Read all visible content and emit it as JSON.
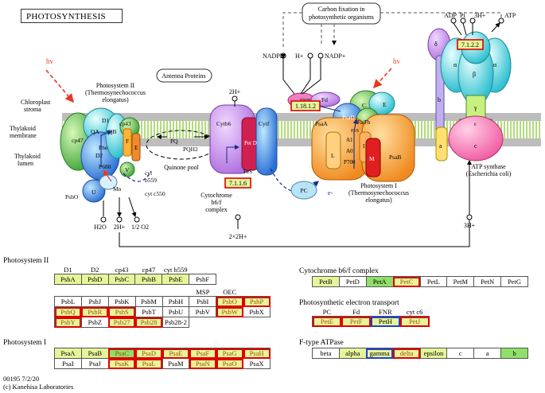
{
  "title": "PHOTOSYNTHESIS",
  "labels": {
    "carbon_fixation": [
      "Carbon fixation in",
      "photosynthetic organisms"
    ],
    "antenna": "Antenna Proteins",
    "psII": [
      "Photosystem II",
      "(Thermosynechococcus",
      "elongatus)"
    ],
    "chloroplast_stroma": [
      "Chloroplast",
      "stroma"
    ],
    "thylakoid_membrane": [
      "Thylakoid",
      "membrane"
    ],
    "thylakoid_lumen": [
      "Thylakoid",
      "lumen"
    ],
    "hv": "hv",
    "nadph": "NADPH",
    "hplus": "H+",
    "nadp": "NADP+",
    "adp": "ADP",
    "pi": "Pi",
    "threeh": "3H+",
    "atp": "ATP",
    "twoh_top": "2H+",
    "twoh_bottom": "2H+",
    "two_x_2h": "2×2H+",
    "threeh_bottom": "3H+",
    "h2o": "H2O",
    "half_o2": "1/2 O2",
    "quinone_pool": "Quinone pool",
    "pq": "PQ",
    "pqh2": "PQH2",
    "cyt_b559": [
      "cyt",
      "b559"
    ],
    "cyt_c550": "cyt c550",
    "cyt_b6f": [
      "Cytochrome",
      "b6/f",
      "complex"
    ],
    "psI": [
      "Photosystem I",
      "(Thermosynechococcus",
      "elongatus)"
    ],
    "atp_synthase": [
      "ATP synthase",
      "(Escherichia coli)"
    ],
    "pc": "PC",
    "e_minus": "e-",
    "ec_fnr": "1.18.1.2",
    "ec_cyt": "7.1.1.6",
    "ec_atp": "7.1.2.2"
  },
  "subunits": {
    "psII": [
      "cp47",
      "D1",
      "D2",
      "cp43",
      "QA",
      "QB",
      "Phe",
      "P680",
      "F",
      "E",
      "V",
      "U",
      "Mn",
      "PsbO"
    ],
    "cyt": [
      "Cytb6",
      "Pet D",
      "Cytf",
      "FeS"
    ],
    "psI": [
      "FNR",
      "Fd",
      "PsaD",
      "C",
      "E",
      "Fa/Fb",
      "PsaA",
      "L",
      "A1",
      "A0",
      "P700",
      "I",
      "M",
      "PsaB",
      "FeS"
    ],
    "atp": [
      "δ",
      "α",
      "β",
      "α",
      "γ",
      "ε",
      "b",
      "a",
      "c"
    ]
  },
  "sections": {
    "psII": {
      "title": "Photosystem II",
      "headers": [
        "D1",
        "D2",
        "cp43",
        "cp47",
        "cyt b559",
        ""
      ],
      "rows": [
        [
          [
            "PsbA",
            "hl"
          ],
          [
            "PsbD",
            "hl"
          ],
          [
            "PsbC",
            "hl"
          ],
          [
            "PsbB",
            "hl"
          ],
          [
            "PsbE",
            "hl"
          ],
          [
            "PsbF",
            "plain"
          ]
        ]
      ],
      "headers2": [
        "",
        "",
        "",
        "",
        "",
        "MSP",
        "OEC"
      ],
      "rows2": [
        [
          [
            "PsbL",
            "plain"
          ],
          [
            "PsbJ",
            "plain"
          ],
          [
            "PsbK",
            "plain"
          ],
          [
            "PsbM",
            "plain"
          ],
          [
            "PsbH",
            "plain"
          ],
          [
            "PsbI",
            "plain"
          ],
          [
            "PsbO",
            "hl red"
          ],
          [
            "PsbP",
            "hl red"
          ]
        ],
        [
          [
            "PsbQ",
            "hl red"
          ],
          [
            "PsbR",
            "hl red"
          ],
          [
            "PsbS",
            "hl red"
          ],
          [
            "PsbT",
            "plain"
          ],
          [
            "PsbU",
            "plain"
          ],
          [
            "PsbV",
            "plain"
          ],
          [
            "PsbW",
            "hl red"
          ],
          [
            "PsbX",
            "plain"
          ]
        ],
        [
          [
            "PsbY",
            "hl red"
          ],
          [
            "PsbZ",
            "plain"
          ],
          [
            "Psb27",
            "hl red"
          ],
          [
            "Psb28",
            "hl red"
          ],
          [
            "Psb28-2",
            "plain"
          ],
          [
            "",
            "empty"
          ],
          [
            "",
            "empty"
          ],
          [
            "",
            "empty"
          ]
        ]
      ]
    },
    "psI": {
      "title": "Photosystem I",
      "rows": [
        [
          [
            "PsaA",
            "hl"
          ],
          [
            "PsaB",
            "hl"
          ],
          [
            "PsaC",
            "green red"
          ],
          [
            "PsaD",
            "hl red"
          ],
          [
            "PsaE",
            "hl red"
          ],
          [
            "PsaF",
            "hl red"
          ],
          [
            "PsaG",
            "hl red"
          ],
          [
            "PsaH",
            "hl red"
          ]
        ],
        [
          [
            "PsaI",
            "plain"
          ],
          [
            "PsaJ",
            "plain"
          ],
          [
            "PsaK",
            "hl red"
          ],
          [
            "PsaL",
            "hl red"
          ],
          [
            "PsaM",
            "plain"
          ],
          [
            "PsaN",
            "hl red"
          ],
          [
            "PsaO",
            "hl red"
          ],
          [
            "PsaX",
            "plain"
          ]
        ]
      ]
    },
    "cytb6f": {
      "title": "Cytochrome b6/f complex",
      "rows": [
        [
          [
            "PetB",
            "hl"
          ],
          [
            "PetD",
            "plain"
          ],
          [
            "PetA",
            "green"
          ],
          [
            "PetC",
            "hl red"
          ],
          [
            "PetL",
            "plain"
          ],
          [
            "PetM",
            "plain"
          ],
          [
            "PetN",
            "plain"
          ],
          [
            "PetG",
            "plain"
          ]
        ]
      ]
    },
    "pet": {
      "title": "Photosynthetic electron transport",
      "headers": [
        "PC",
        "Fd",
        "FNR",
        "cyt c6"
      ],
      "rows": [
        [
          [
            "PetE",
            "hl red"
          ],
          [
            "PetF",
            "hl red"
          ],
          [
            "PetH",
            "hl blue"
          ],
          [
            "PetJ",
            "hl red"
          ]
        ]
      ]
    },
    "atpase": {
      "title": "F-type ATPase",
      "rows": [
        [
          [
            "beta",
            "plain"
          ],
          [
            "alpha",
            "hl"
          ],
          [
            "gamma",
            "hl blue"
          ],
          [
            "delta",
            "hl red"
          ],
          [
            "epsilon",
            "hl"
          ],
          [
            "c",
            "plain"
          ],
          [
            "a",
            "plain"
          ],
          [
            "b",
            "hl green"
          ]
        ]
      ]
    }
  },
  "footer": [
    "00195 7/2/20",
    "(c) Kanehisa Laboratories"
  ],
  "colors": {
    "membrane_line": "#7a7a7a",
    "membrane_fill": "#c9ec7f",
    "red_arrow": "#e53b1f",
    "highlight": "#e6f59a",
    "green": "#8ee06a",
    "red_border": "#e00000",
    "blue_border": "#2040d0"
  }
}
